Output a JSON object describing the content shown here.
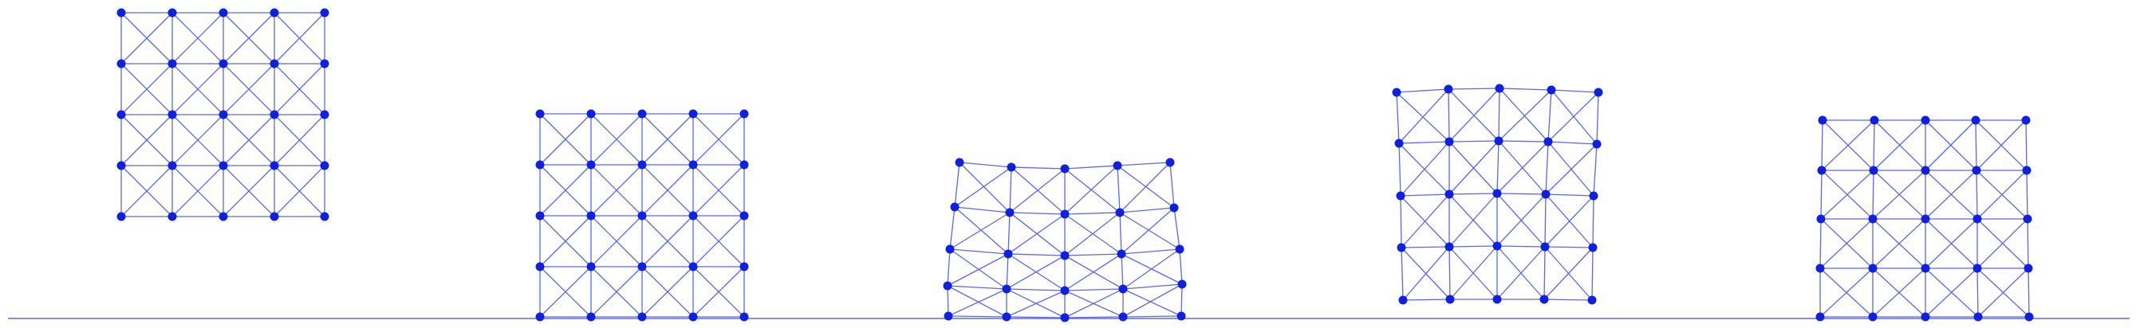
{
  "colors": {
    "background": "#ffffff",
    "node": "#1020e0",
    "edge": "#5a68f0",
    "ground": "#5a68f0"
  },
  "grid": {
    "rows": 5,
    "cols": 5,
    "cross_bracing": true
  },
  "frames": [
    {
      "id": "frame-1",
      "state": "undeformed-falling"
    },
    {
      "id": "frame-2",
      "state": "undeformed-landed"
    },
    {
      "id": "frame-3",
      "state": "compressed-on-impact"
    },
    {
      "id": "frame-4",
      "state": "rebound-airborne"
    },
    {
      "id": "frame-5",
      "state": "settled-on-ground"
    }
  ]
}
